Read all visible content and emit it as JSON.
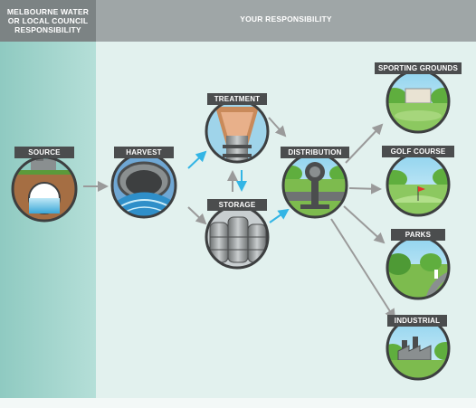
{
  "header": {
    "left_text": "MELBOURNE WATER\nOR LOCAL COUNCIL\nRESPONSIBILITY",
    "right_text": "YOUR RESPONSIBILITY"
  },
  "nodes": {
    "source": "SOURCE",
    "harvest": "HARVEST",
    "treatment": "TREATMENT",
    "storage": "STORAGE",
    "distribution": "DISTRIBUTION",
    "sporting_grounds": "SPORTING GROUNDS",
    "golf_course": "GOLF COURSE",
    "parks": "PARKS",
    "industrial": "INDUSTRIAL"
  },
  "colors": {
    "left_panel": "#a8d7cf",
    "right_panel": "#e2f1ee",
    "header_left": "#7c8384",
    "header_right": "#9fa6a7",
    "label_bg": "#4b4d4e",
    "arrow_grey": "#9a9a9a",
    "arrow_blue": "#33b5e5",
    "circle_border": "#3d3f40"
  }
}
